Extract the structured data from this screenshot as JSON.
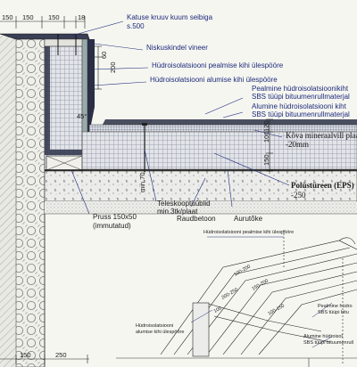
{
  "dimensions": {
    "top": [
      "150",
      "150",
      "150",
      "18"
    ],
    "bottom": [
      "150",
      "250"
    ],
    "side": [
      "60",
      "200",
      "100",
      "120",
      "150"
    ],
    "angle": "45°",
    "board": "min.70"
  },
  "labels": {
    "flashing": "Katuse kruuv kuum seibiga",
    "flashing_spacing": "s.500",
    "fascia": "Niskuskindel vineer",
    "upper_upturn": "Hüdroisolatsiooni pealmise kihi ülespööre",
    "lower_upturn": "Hüdroisolatsiooni alumise kihi ülespööre",
    "upper_layer_1": "Pealmine hüdroisolatsioonikiht",
    "upper_layer_2": "SBS tüüpi bituumenrullmaterjal",
    "lower_layer_1": "Alumine hüdroisolatsiooni kiht",
    "lower_layer_2": "SBS tüüpi bituumenrullmaterjal",
    "mineral_wool_1": "Kõva mineraalvill plaat",
    "mineral_wool_2": "-20mm",
    "eps_1": "Polüstüreen (EPS)",
    "eps_2": "-250",
    "telescopic_1": "Teleskooptüüblid",
    "telescopic_2": "min.3tk/plaat",
    "beam_1": "Pruss 150x50",
    "beam_2": "(immutatud)",
    "concrete": "Raudbetoon",
    "drip": "Aurutõke"
  },
  "inset": {
    "top_label": "Hüdroisolatsiooni pealmise kihi ülespööre",
    "left_1": "Hüdroisolatsiooni",
    "left_2": "alumise kihi ülespööre",
    "right_a1": "Pealmine hüdro",
    "right_a2": "SBS tüüpi bitu",
    "right_b1": "Alumine hüdroisol",
    "right_b2": "SBS tüüpi bituumenrull",
    "dims": [
      "100-200",
      "150-200",
      "200-250",
      "100-150",
      "100"
    ]
  }
}
